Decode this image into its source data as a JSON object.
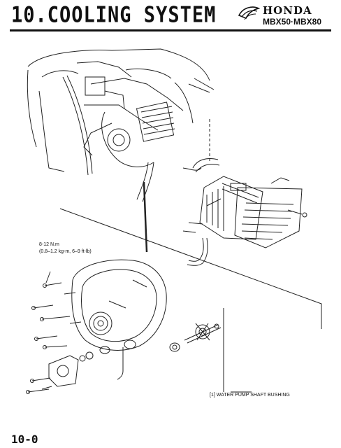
{
  "header": {
    "section_title": "10.COOLING SYSTEM",
    "brand": "HONDA",
    "model": "MBX50·MBX80"
  },
  "torque_spec": {
    "line1": "8-12 N.m",
    "line2": "(0.8–1.2 kg-m, 6–9 ft-lb)"
  },
  "callouts": [
    {
      "label": "[1]  WATER PUMP SHAFT BUSHING"
    }
  ],
  "footer": {
    "page_number": "10-0"
  }
}
